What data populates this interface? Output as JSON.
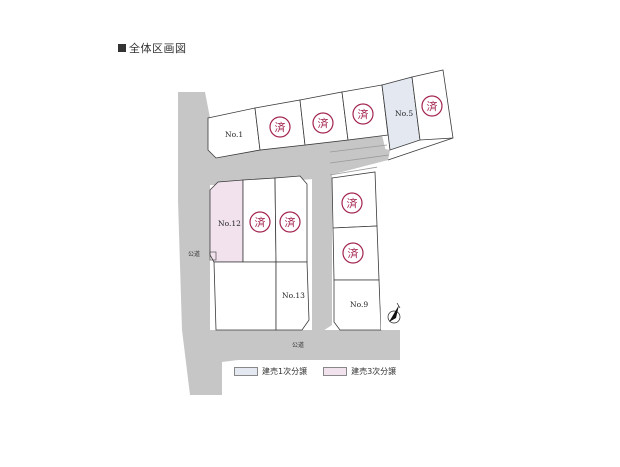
{
  "title": "全体区画図",
  "road_label": "公道",
  "sold_mark": "済",
  "lots": {
    "no1": "No.1",
    "no5": "No.5",
    "no9": "No.9",
    "no12": "No.12",
    "no13": "No.13"
  },
  "legend": [
    {
      "label": "建売1次分譲",
      "color": "#e3e8f1"
    },
    {
      "label": "建売3次分譲",
      "color": "#f1e2ee"
    }
  ],
  "colors": {
    "road": "#c6c6c6",
    "sold": "#a3254f",
    "phase1": "#e3e8f1",
    "phase3": "#f1e2ee"
  },
  "icons": {
    "north_arrow": "north-arrow-icon"
  }
}
